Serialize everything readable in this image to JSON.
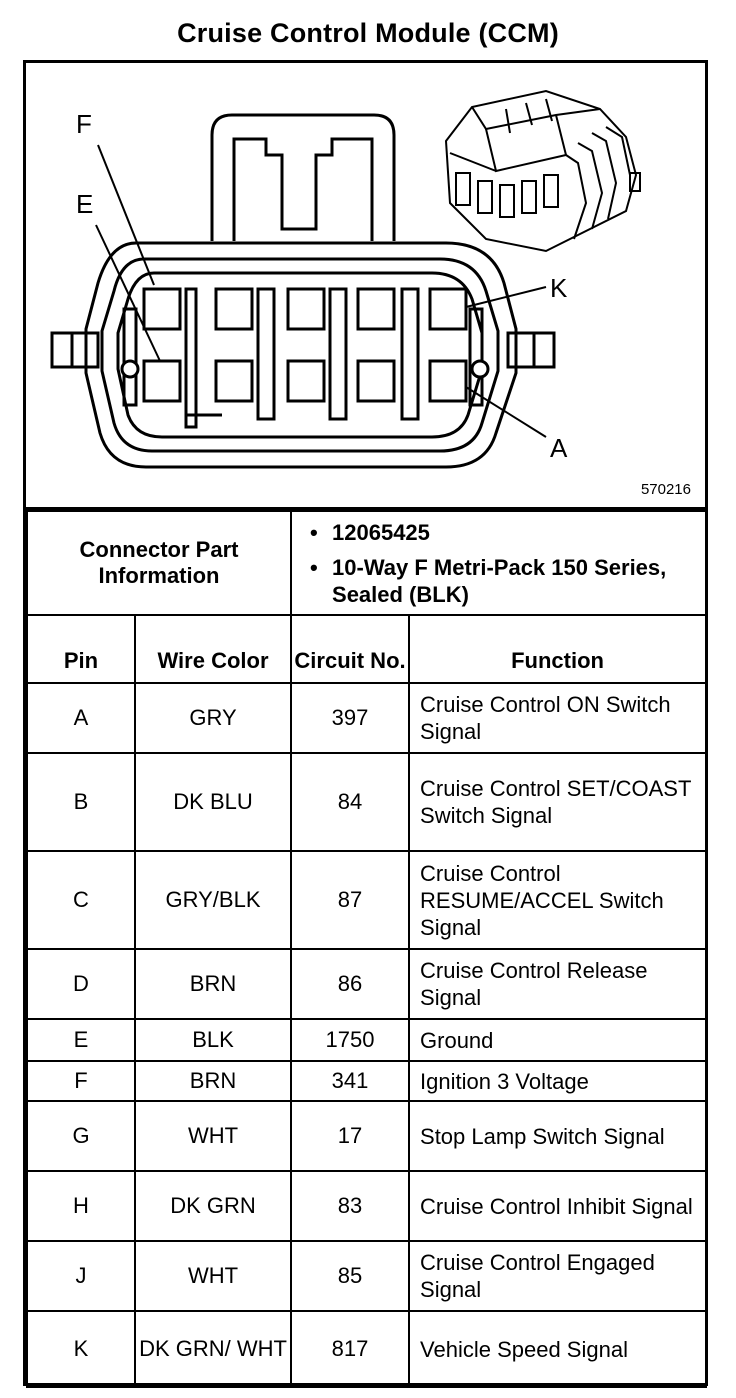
{
  "title": "Cruise Control Module (CCM)",
  "diagram": {
    "pin_labels": {
      "f": "F",
      "e": "E",
      "k": "K",
      "a": "A"
    },
    "figure_number": "570216"
  },
  "connector_info": {
    "label": "Connector Part Information",
    "part_number": "12065425",
    "description": "10-Way F Metri-Pack 150 Series, Sealed (BLK)"
  },
  "columns": {
    "pin": "Pin",
    "wire_color": "Wire Color",
    "circuit_no": "Circuit No.",
    "function": "Function"
  },
  "rows": [
    {
      "pin": "A",
      "wire": "GRY",
      "circuit": "397",
      "function": "Cruise Control ON Switch Signal"
    },
    {
      "pin": "B",
      "wire": "DK BLU",
      "circuit": "84",
      "function": "Cruise Control SET/COAST Switch Signal"
    },
    {
      "pin": "C",
      "wire": "GRY/BLK",
      "circuit": "87",
      "function": "Cruise Control RESUME/ACCEL Switch Signal"
    },
    {
      "pin": "D",
      "wire": "BRN",
      "circuit": "86",
      "function": "Cruise Control Release Signal"
    },
    {
      "pin": "E",
      "wire": "BLK",
      "circuit": "1750",
      "function": "Ground"
    },
    {
      "pin": "F",
      "wire": "BRN",
      "circuit": "341",
      "function": "Ignition 3 Voltage"
    },
    {
      "pin": "G",
      "wire": "WHT",
      "circuit": "17",
      "function": "Stop Lamp Switch Signal"
    },
    {
      "pin": "H",
      "wire": "DK GRN",
      "circuit": "83",
      "function": "Cruise Control Inhibit Signal"
    },
    {
      "pin": "J",
      "wire": "WHT",
      "circuit": "85",
      "function": "Cruise Control Engaged Signal"
    },
    {
      "pin": "K",
      "wire": "DK GRN/ WHT",
      "circuit": "817",
      "function": "Vehicle Speed Signal"
    }
  ]
}
